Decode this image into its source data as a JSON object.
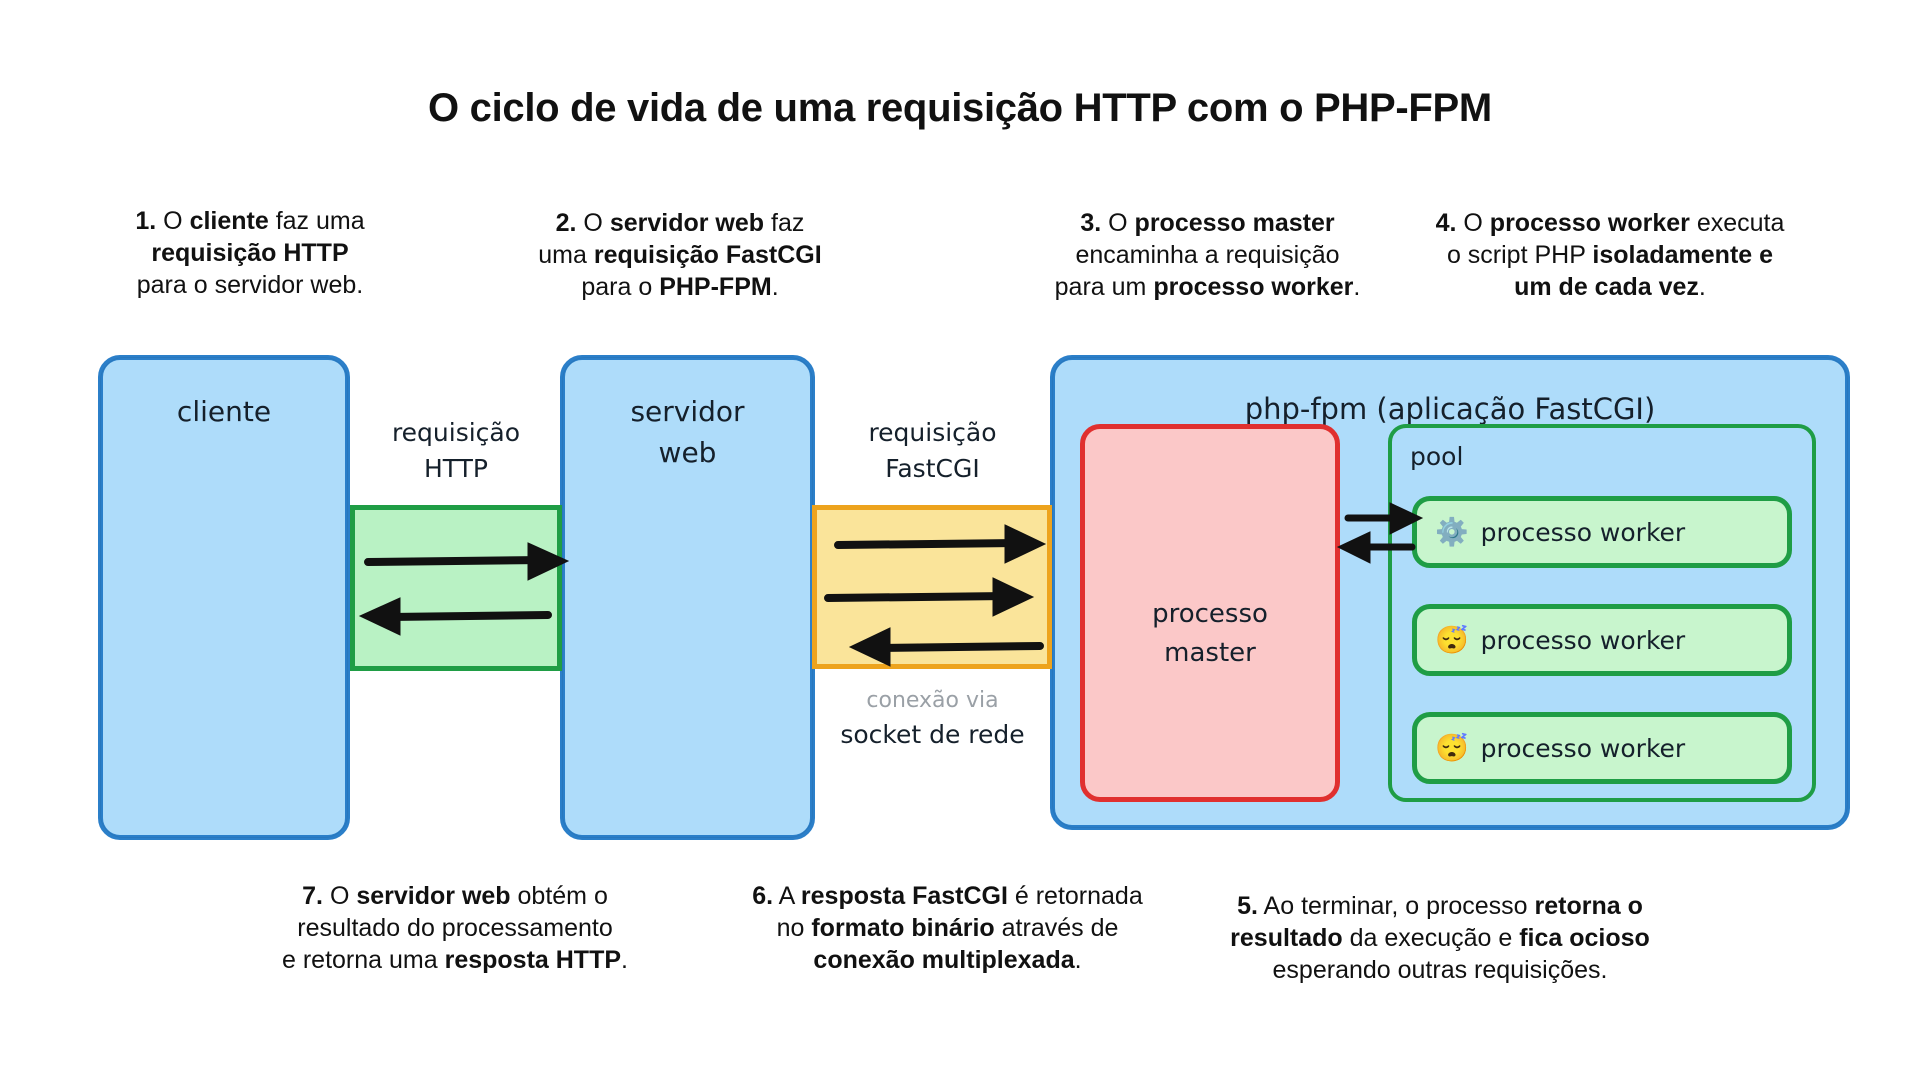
{
  "title": "O ciclo de vida de uma requisição HTTP com o PHP-FPM",
  "colors": {
    "blue_fill": "#aedcfa",
    "blue_stroke": "#2b7fc9",
    "green_fill": "#b9f2c4",
    "green_stroke": "#1f9d45",
    "yellow_fill": "#fae49a",
    "yellow_stroke": "#eda31d",
    "red_fill": "#fbc8c8",
    "red_stroke": "#e0302f",
    "worker_fill": "#c8f5cd",
    "text": "#111111",
    "muted": "#9aa0a6"
  },
  "notes": {
    "n1": "1. O cliente faz uma requisição HTTP para o servidor web.",
    "n2": "2. O servidor web faz uma requisição FastCGI para o PHP-FPM.",
    "n3": "3. O processo master encaminha a requisição para um processo worker.",
    "n4": "4. O processo worker executa o script PHP isoladamente e um de cada vez.",
    "n5": "5. Ao terminar, o processo retorna o resultado da execução e fica ocioso esperando outras requisições.",
    "n6": "6. A resposta FastCGI é retornada no formato binário através de conexão multiplexada.",
    "n7": "7. O servidor web obtém o resultado do processamento e retorna uma resposta HTTP."
  },
  "boxes": {
    "client": "cliente",
    "server": "servidor\nweb",
    "phpfpm": "php-fpm (aplicação FastCGI)",
    "master": "processo\nmaster",
    "pool": "pool"
  },
  "channels": {
    "http_label": "requisição\nHTTP",
    "fastcgi_label": "requisição\nFastCGI",
    "socket_line1": "conexão via",
    "socket_line2": "socket de rede"
  },
  "workers": [
    {
      "emoji": "⚙️",
      "icon": "gear-icon",
      "label": "processo worker",
      "state": "busy"
    },
    {
      "emoji": "😴",
      "icon": "sleeping-face-icon",
      "label": "processo worker",
      "state": "idle"
    },
    {
      "emoji": "😴",
      "icon": "sleeping-face-icon",
      "label": "processo worker",
      "state": "idle"
    }
  ],
  "arrows": {
    "http_request": "cliente → servidor web",
    "http_response": "servidor web → cliente",
    "fastcgi_request_1": "servidor web → php-fpm",
    "fastcgi_request_2": "servidor web → php-fpm",
    "fastcgi_response": "php-fpm → servidor web",
    "master_to_worker": "processo master → processo worker",
    "worker_to_master": "processo worker → processo master"
  }
}
